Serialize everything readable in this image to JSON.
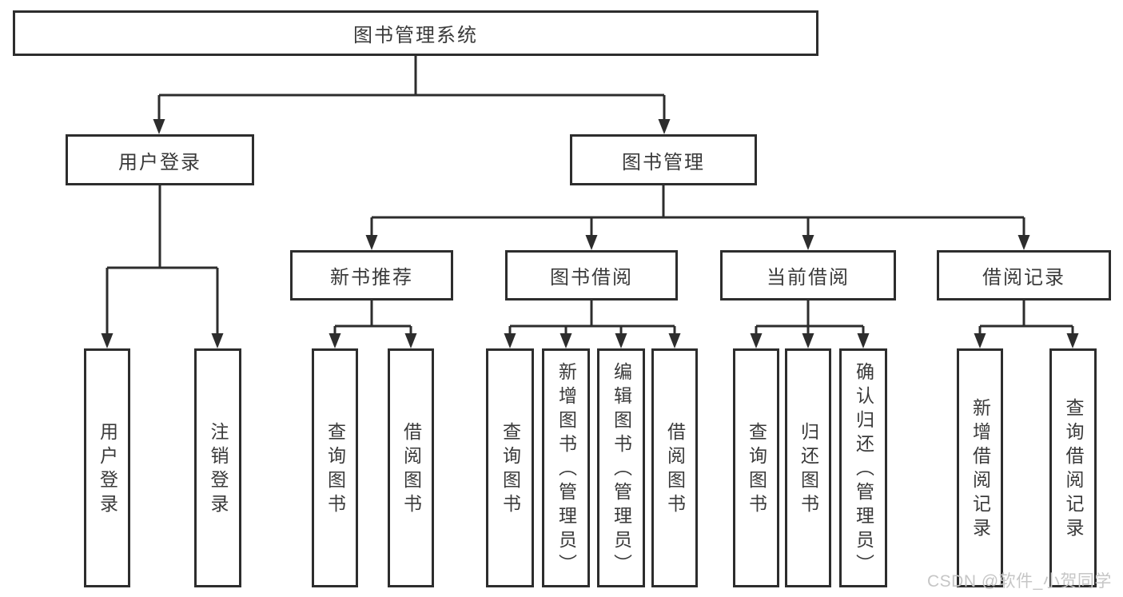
{
  "diagram": {
    "root": {
      "label": "图书管理系统"
    },
    "branches": [
      {
        "label": "用户登录",
        "children": [
          {
            "label": "用户登录"
          },
          {
            "label": "注销登录"
          }
        ]
      },
      {
        "label": "图书管理",
        "children": [
          {
            "label": "新书推荐",
            "children": [
              {
                "label": "查询图书"
              },
              {
                "label": "借阅图书"
              }
            ]
          },
          {
            "label": "图书借阅",
            "children": [
              {
                "label": "查询图书"
              },
              {
                "label": "新增图书（管理员）"
              },
              {
                "label": "编辑图书（管理员）"
              },
              {
                "label": "借阅图书"
              }
            ]
          },
          {
            "label": "当前借阅",
            "children": [
              {
                "label": "查询图书"
              },
              {
                "label": "归还图书"
              },
              {
                "label": "确认归还（管理员）"
              }
            ]
          },
          {
            "label": "借阅记录",
            "children": [
              {
                "label": "新增借阅记录"
              },
              {
                "label": "查询借阅记录"
              }
            ]
          }
        ]
      }
    ],
    "watermark": "CSDN @软件_小贺同学",
    "colors": {
      "line": "#2d2d2d",
      "text": "#3a3a3a",
      "watermark": "#c6c6c6",
      "background": "#ffffff"
    }
  }
}
